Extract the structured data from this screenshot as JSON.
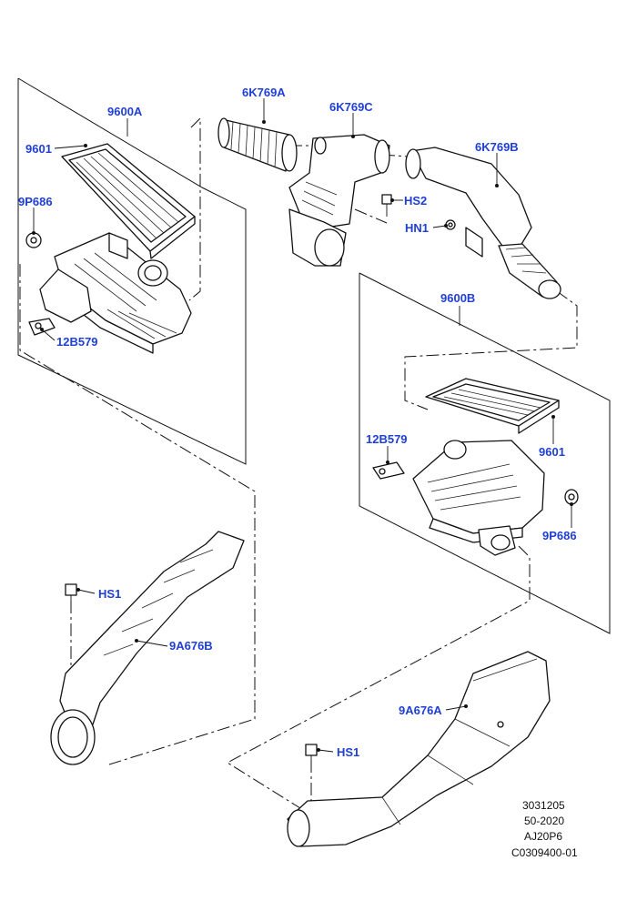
{
  "labels": {
    "air_cleaner_a": "9600A",
    "filter_a": "9601",
    "grommet_a": "9P686",
    "sensor_a": "12B579",
    "duct_6k769a": "6K769A",
    "duct_6k769c": "6K769C",
    "duct_6k769b": "6K769B",
    "screw_hs2": "HS2",
    "nut_hn1": "HN1",
    "air_cleaner_b": "9600B",
    "sensor_b": "12B579",
    "filter_b": "9601",
    "grommet_b": "9P686",
    "screw_hs1_a": "HS1",
    "intake_9a676b": "9A676B",
    "intake_9a676a": "9A676A",
    "screw_hs1_b": "HS1"
  },
  "reference": {
    "line1": "3031205",
    "line2": "50-2020",
    "line3": "AJ20P6",
    "line4": "C0309400-01"
  },
  "colors": {
    "label": "#1f3fd6",
    "line": "#111111"
  }
}
